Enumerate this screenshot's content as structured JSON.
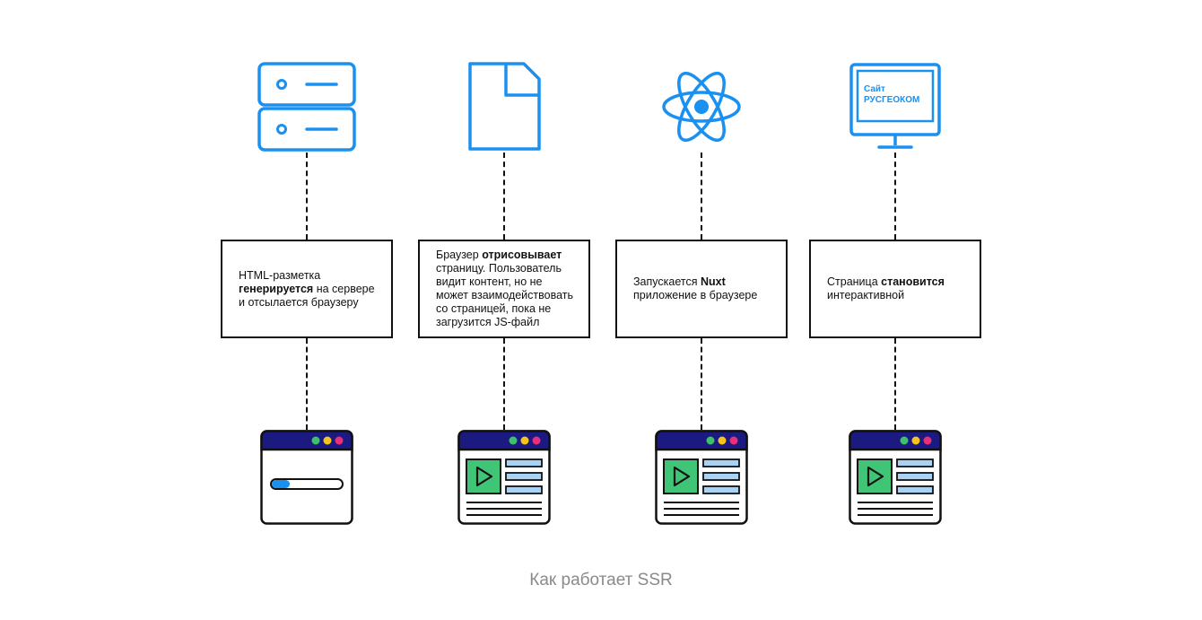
{
  "steps": [
    {
      "icon": "server-icon",
      "text_before": "HTML-разметка ",
      "text_bold": "генерируется",
      "text_after": " на сервере и отсылается браузеру",
      "browser_state": "loading"
    },
    {
      "icon": "file-icon",
      "text_before": "Браузер ",
      "text_bold": "отрисовывает",
      "text_after": " страницу. Пользователь видит контент, но не может взаимодействовать со страницей, пока не загрузится JS-файл",
      "browser_state": "content"
    },
    {
      "icon": "atom-icon",
      "text_before": "Запускается ",
      "text_bold": "Nuxt",
      "text_after": " приложение в браузере",
      "browser_state": "content"
    },
    {
      "icon": "monitor-icon",
      "text_before": "Страница ",
      "text_bold": "становится",
      "text_after": " интерактивной",
      "browser_state": "content"
    }
  ],
  "monitor_label": {
    "line1": "Сайт",
    "line2": "РУСГЕОКОМ"
  },
  "footer_caption": "Как работает SSR",
  "colors": {
    "icon_blue": "#1a90f0",
    "browser_bar": "#1a1a80",
    "dot_green": "#3cc06a",
    "dot_yellow": "#f5c518",
    "dot_pink": "#e8307a",
    "play_green": "#40c476",
    "list_blue": "#a9d3f5",
    "progress_blue": "#1a90f0"
  }
}
